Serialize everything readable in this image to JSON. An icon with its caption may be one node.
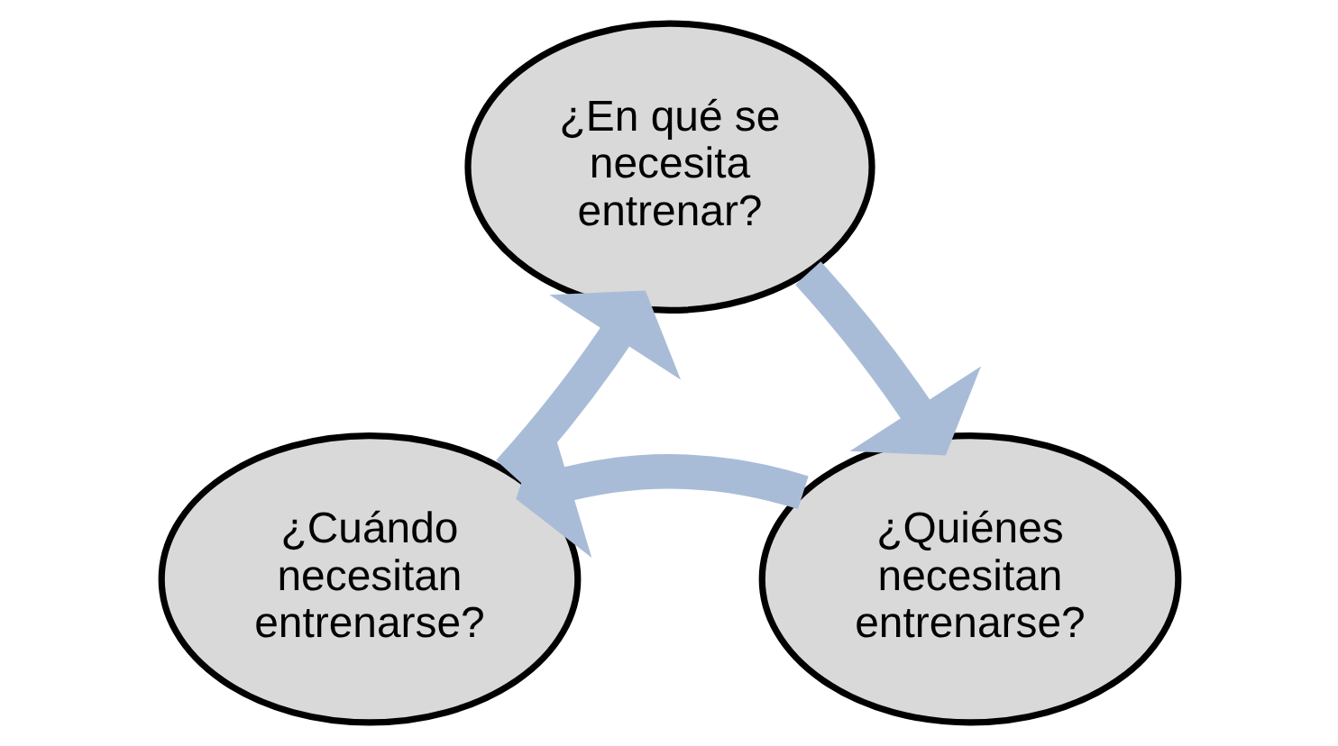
{
  "diagram": {
    "nodes": [
      {
        "text": [
          "¿En qué se necesita entrenar?"
        ]
      },
      {
        "text": [
          "¿Quiénes necesitan entrenarse?"
        ]
      },
      {
        "text": [
          "¿Cuándo necesitan entrenarse?"
        ]
      }
    ],
    "edges": [
      {
        "from": 0,
        "to": 1,
        "arrow": "to"
      },
      {
        "from": 1,
        "to": 2,
        "arrow": "to"
      },
      {
        "from": 2,
        "to": 0,
        "arrow": "to"
      }
    ]
  }
}
